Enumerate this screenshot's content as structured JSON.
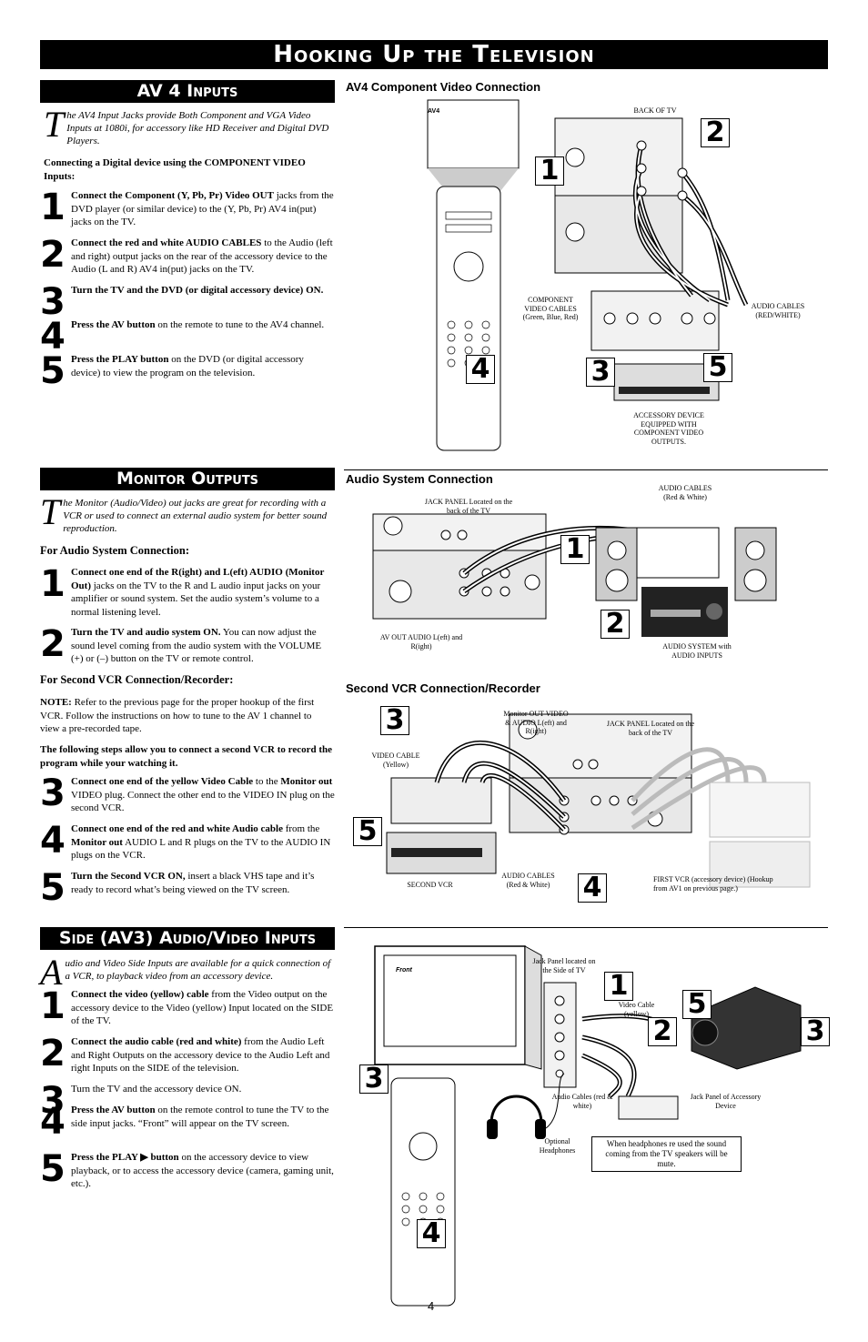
{
  "page": {
    "title": "Hooking Up the Television",
    "page_number": "4"
  },
  "av4": {
    "heading": "AV 4 Inputs",
    "figure_title": "AV4 Component Video Connection",
    "intro_drop": "T",
    "intro": "he AV4 Input Jacks provide Both Component and VGA Video Inputs at 1080i, for accessory like HD Receiver and Digital DVD Players.",
    "subheading": "Connecting a Digital device using the COMPONENT VIDEO Inputs:",
    "steps": [
      {
        "n": "1",
        "bold": "Connect the Component (Y, Pb, Pr) Video OUT",
        "rest": " jacks from the DVD player (or similar device) to the (Y, Pb, Pr) AV4 in(put) jacks on the TV."
      },
      {
        "n": "2",
        "bold": "Connect the red and white AUDIO CABLES",
        "rest": " to the Audio (left and right) output jacks on the rear of the accessory device to the Audio (L and R) AV4 in(put) jacks on the TV."
      },
      {
        "n": "3",
        "bold": "Turn the TV and the DVD (or digital accessory device) ON.",
        "rest": ""
      },
      {
        "n": "4",
        "bold": "Press the AV button",
        "rest": " on the remote to tune to the AV4 channel."
      },
      {
        "n": "5",
        "bold": "Press the PLAY button",
        "rest": " on the DVD (or digital accessory device) to view the program on the television."
      }
    ],
    "labels": {
      "back_of_tv": "BACK OF TV",
      "component": "COMPONENT VIDEO CABLES (Green, Blue, Red)",
      "audio_cables": "AUDIO CABLES (RED/WHITE)",
      "accessory": "ACCESSORY DEVICE EQUIPPED WITH COMPONENT VIDEO OUTPUTS.",
      "tv_screen": "AV4"
    }
  },
  "monitor": {
    "heading": "Monitor Outputs",
    "intro_drop": "T",
    "intro": "he Monitor (Audio/Video) out jacks are great for recording with a VCR or used to connect an external audio system for better sound reproduction.",
    "audio_sub": "For Audio System Connection:",
    "audio_steps": [
      {
        "n": "1",
        "bold": "Connect one end of the R(ight) and L(eft) AUDIO (Monitor Out)",
        "rest": " jacks on the TV to the R and L audio input jacks on your amplifier or sound system.  Set the audio system’s volume to a normal listening level."
      },
      {
        "n": "2",
        "bold": "Turn the TV and audio system ON.",
        "rest": "  You can now adjust the sound level coming from the audio system with the VOLUME (+) or (–) button on the TV or remote control."
      }
    ],
    "vcr_sub": "For Second VCR Connection/Recorder:",
    "note_label": "NOTE:",
    "note": " Refer to the previous page for the proper hookup of the first VCR. Follow the instructions on how to tune to the AV 1 channel to view a pre-recorded tape.",
    "following": "The following steps allow you to connect a second VCR to record the program while your watching it.",
    "vcr_steps": [
      {
        "n": "3",
        "bold": "Connect one end of the yellow Video Cable",
        "rest": " to the ",
        "bold2": "Monitor out",
        "rest2": " VIDEO plug. Connect the other end to the VIDEO IN plug on the second VCR."
      },
      {
        "n": "4",
        "bold": "Connect one end of the red and white Audio cable",
        "rest": " from the ",
        "bold2": "Monitor out",
        "rest2": " AUDIO L and R plugs on the TV to the AUDIO IN plugs on the VCR."
      },
      {
        "n": "5",
        "bold": "Turn the Second VCR ON,",
        "rest": " insert a black VHS tape and it’s ready to record what’s being viewed on the  TV screen.",
        "bold2": "",
        "rest2": ""
      }
    ],
    "audio_fig": {
      "title": "Audio System Connection",
      "jack_panel": "JACK PANEL Located on the back of the TV",
      "audio_cables": "AUDIO CABLES (Red & White)",
      "av_out": "AV OUT AUDIO L(eft) and R(ight)",
      "audio_system": "AUDIO SYSTEM with AUDIO INPUTS"
    },
    "vcr_fig": {
      "title": "Second VCR Connection/Recorder",
      "monitor_out": "Monitor OUT VIDEO & AUDIO L(eft) and R(ight)",
      "jack_panel": "JACK PANEL Located on the back of the TV",
      "video_cable": "VIDEO CABLE (Yellow)",
      "second_vcr": "SECOND VCR",
      "audio_cables": "AUDIO CABLES (Red & White)",
      "first_vcr": "FIRST VCR (accessory device) (Hookup from AV1 on previous page.)"
    }
  },
  "side": {
    "heading": "Side (AV3) Audio/Video Inputs",
    "intro_drop": "A",
    "intro": "udio and Video Side Inputs are available for a quick connection of a VCR, to playback video from an accessory device.",
    "steps": [
      {
        "n": "1",
        "bold": "Connect the video (yellow) cable",
        "rest": " from the Video output on the accessory device to the Video (yellow) Input located on the SIDE of the TV."
      },
      {
        "n": "2",
        "bold": "Connect the audio cable (red and white)",
        "rest": " from the Audio Left and Right Outputs on the accessory device to the Audio Left and right Inputs on the SIDE of the television."
      },
      {
        "n": "3",
        "bold": "",
        "rest": "Turn the TV and the accessory device ON."
      },
      {
        "n": "4",
        "bold": "Press the AV button",
        "rest": " on the remote control to tune the TV to the side input jacks. “Front” will appear on the TV screen."
      },
      {
        "n": "5",
        "bold": "Press the PLAY ▶ button",
        "rest": " on the accessory device to view playback, or to access the accessory device (camera, gaming unit, etc.)."
      }
    ],
    "fig": {
      "jack_side": "Jack Panel located on the Side of TV",
      "video_cable": "Video Cable (yellow)",
      "audio_cables": "Audio Cables (red & white)",
      "jack_acc": "Jack Panel of Accessory Device",
      "headphones": "Optional Headphones",
      "note": "When headphones re used the sound coming from the TV speakers will be mute.",
      "tv_screen": "Front"
    }
  },
  "colors": {
    "ink": "#000000",
    "paper": "#ffffff",
    "gray": "#bdbdbd"
  }
}
